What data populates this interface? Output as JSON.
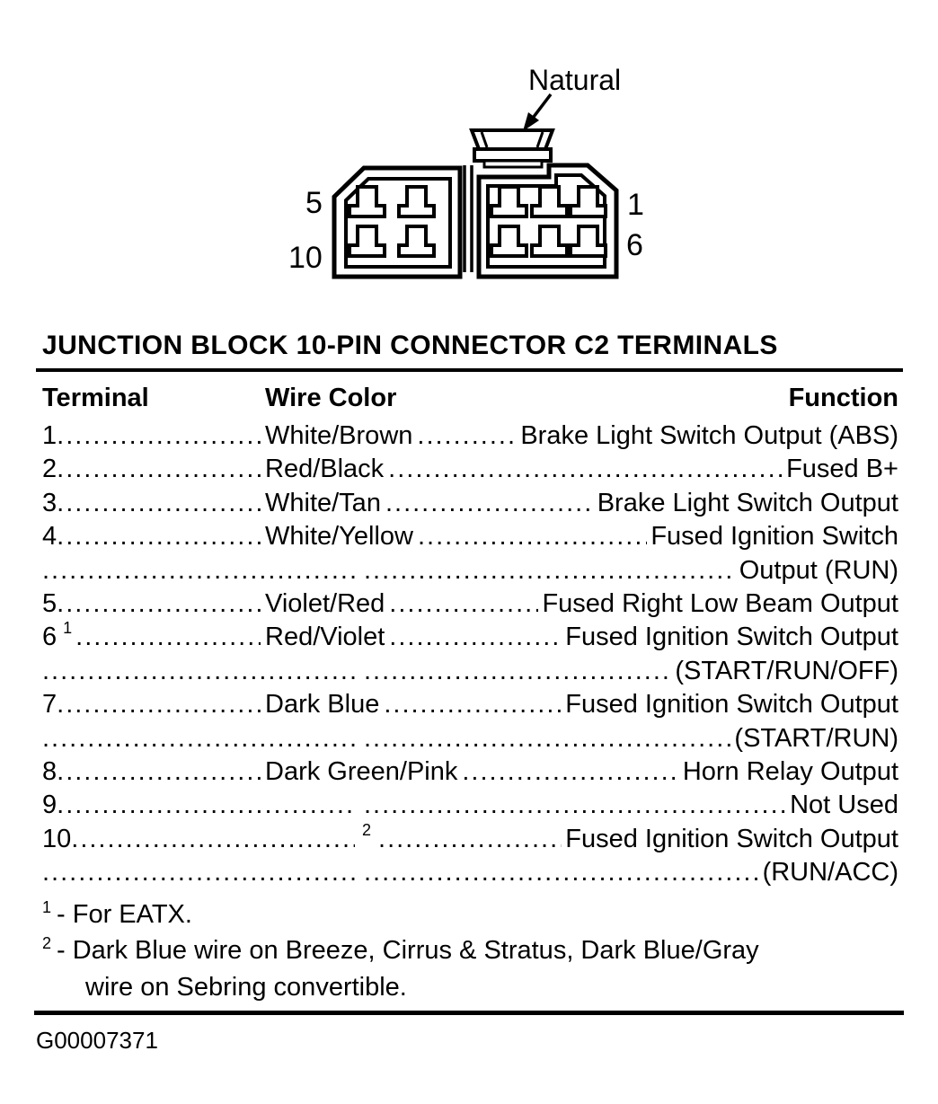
{
  "diagram": {
    "connector_label": "Natural",
    "pin_numbers": {
      "left_top": "5",
      "left_bottom": "10",
      "right_top": "1",
      "right_bottom": "6"
    }
  },
  "table": {
    "title": "JUNCTION BLOCK 10-PIN CONNECTOR C2 TERMINALS",
    "columns": {
      "terminal": "Terminal",
      "wire_color": "Wire Color",
      "function": "Function"
    },
    "rows": [
      {
        "terminal": "1",
        "wire": "White/Brown",
        "func": "Brake Light Switch Output (ABS)"
      },
      {
        "terminal": "2",
        "wire": "Red/Black",
        "func": "Fused B+"
      },
      {
        "terminal": "3",
        "wire": "White/Tan",
        "func": "Brake Light Switch Output"
      },
      {
        "terminal": "4",
        "wire": "White/Yellow",
        "func": "Fused Ignition Switch"
      },
      {
        "terminal": "",
        "wire": "",
        "func": "Output (RUN)"
      },
      {
        "terminal": "5",
        "wire": "Violet/Red",
        "func": "Fused Right Low Beam Output"
      },
      {
        "terminal": "6",
        "sup": "1",
        "wire": "Red/Violet",
        "func": "Fused Ignition Switch Output"
      },
      {
        "terminal": "",
        "wire": "",
        "func": "(START/RUN/OFF)"
      },
      {
        "terminal": "7",
        "wire": "Dark Blue",
        "func": "Fused Ignition Switch Output"
      },
      {
        "terminal": "",
        "wire": "",
        "func": "(START/RUN)"
      },
      {
        "terminal": "8",
        "wire": "Dark Green/Pink",
        "func": "Horn Relay Output"
      },
      {
        "terminal": "9",
        "wire": "",
        "func": "Not Used"
      },
      {
        "terminal": "10",
        "wire_sup": "2",
        "wire": "",
        "func": "Fused Ignition Switch Output"
      },
      {
        "terminal": "",
        "wire": "",
        "func": "(RUN/ACC)"
      }
    ],
    "footnotes": [
      {
        "marker": "1",
        "text": "- For EATX.",
        "text2": ""
      },
      {
        "marker": "2",
        "text": "- Dark Blue wire on Breeze, Cirrus & Stratus, Dark Blue/Gray",
        "text2": "wire on Sebring convertible."
      }
    ]
  },
  "page": {
    "figure_id": "G00007371"
  }
}
